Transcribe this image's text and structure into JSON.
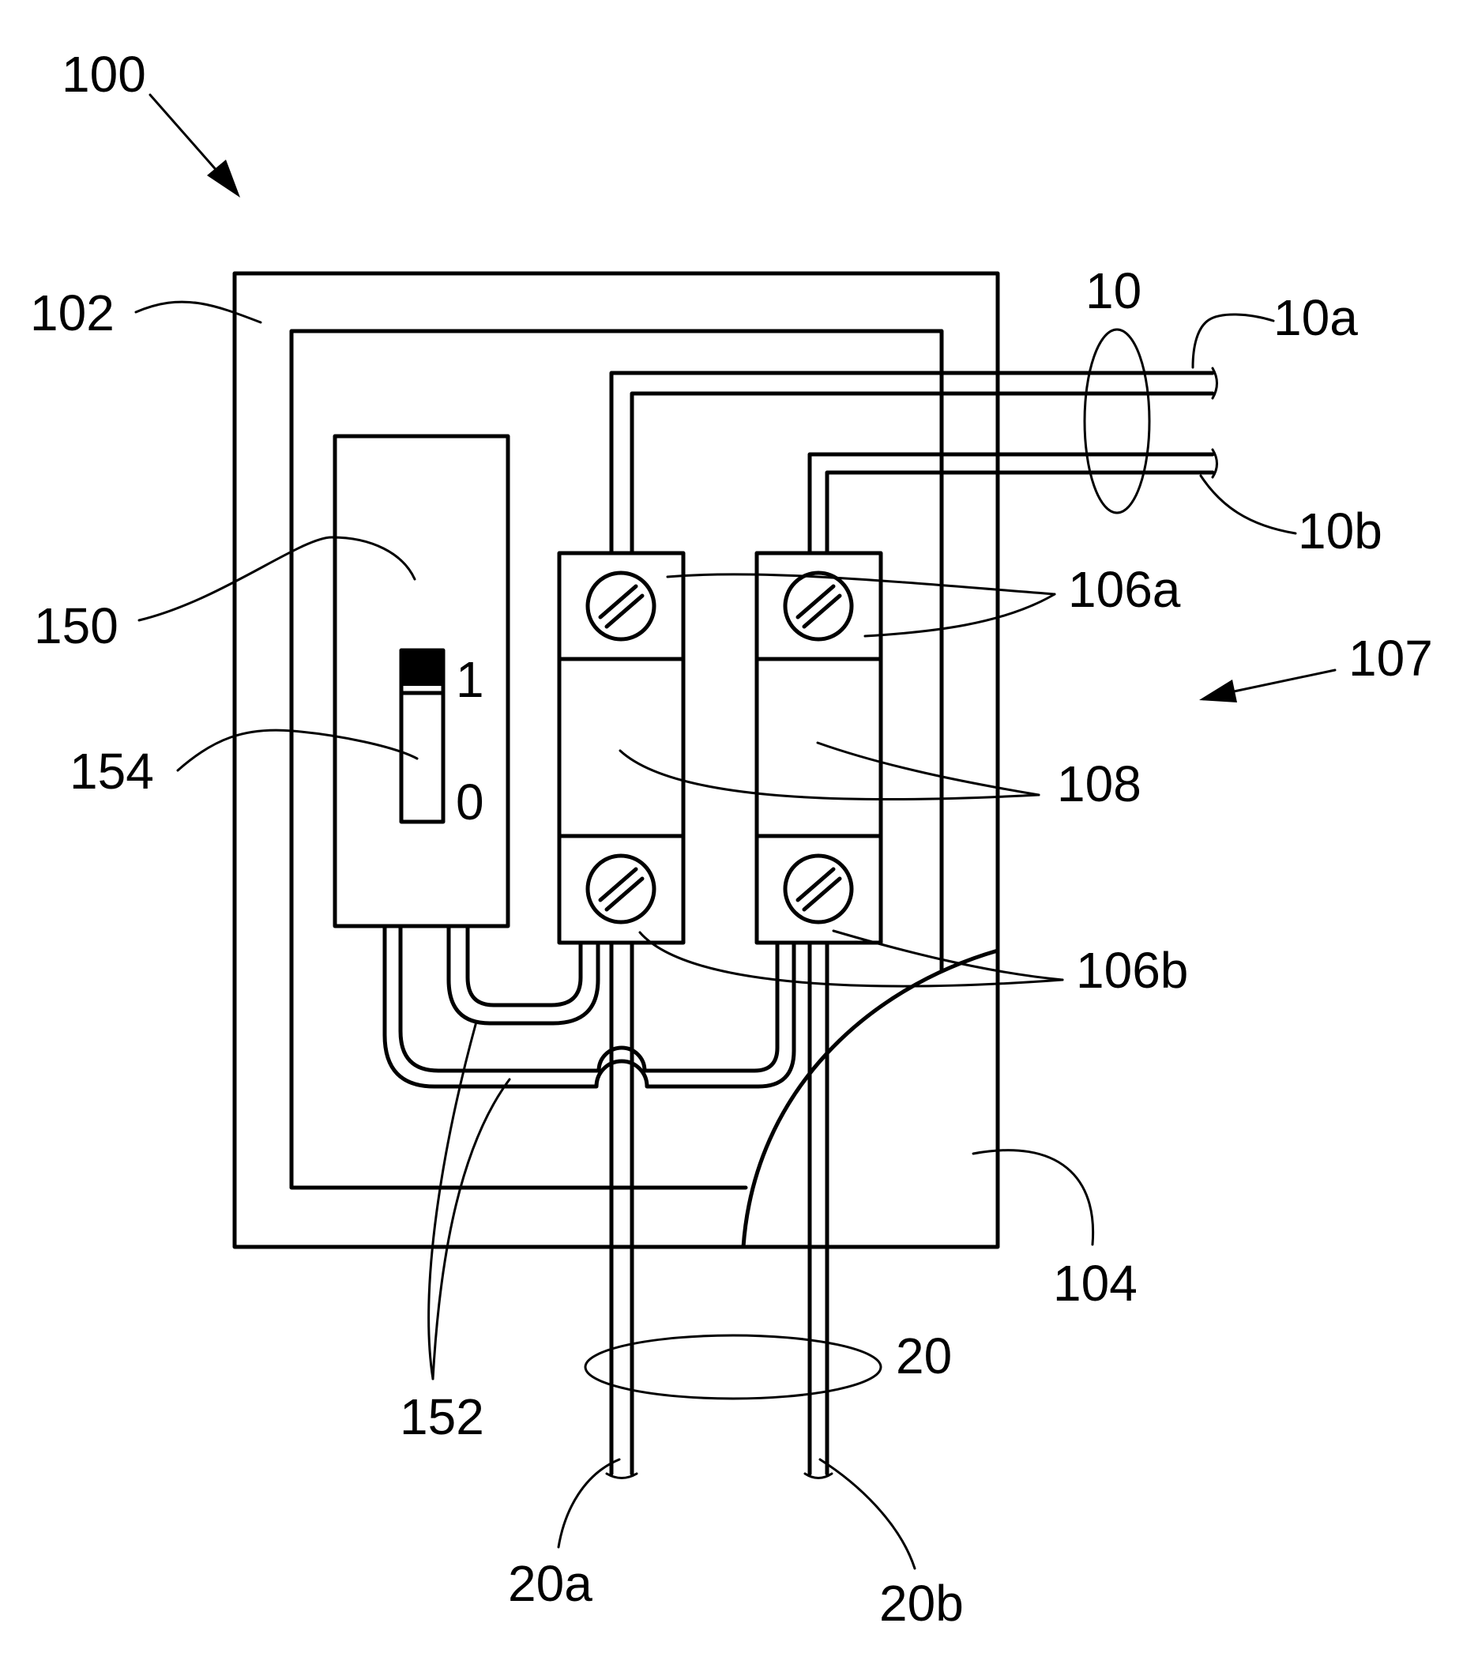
{
  "figure": {
    "ref_device": "100",
    "ref_enclosure": "102",
    "ref_cover": "104",
    "ref_terminals_top": "106a",
    "ref_terminals_bottom": "106b",
    "ref_arrow_107": "107",
    "ref_fuse_bodies": "108",
    "ref_input_bundle": "10",
    "ref_input_a": "10a",
    "ref_input_b": "10b",
    "ref_output_bundle": "20",
    "ref_output_a": "20a",
    "ref_output_b": "20b",
    "ref_switch_unit": "150",
    "ref_switch_wires": "152",
    "ref_switch_lever": "154",
    "switch_on_mark": "1",
    "switch_off_mark": "0"
  }
}
